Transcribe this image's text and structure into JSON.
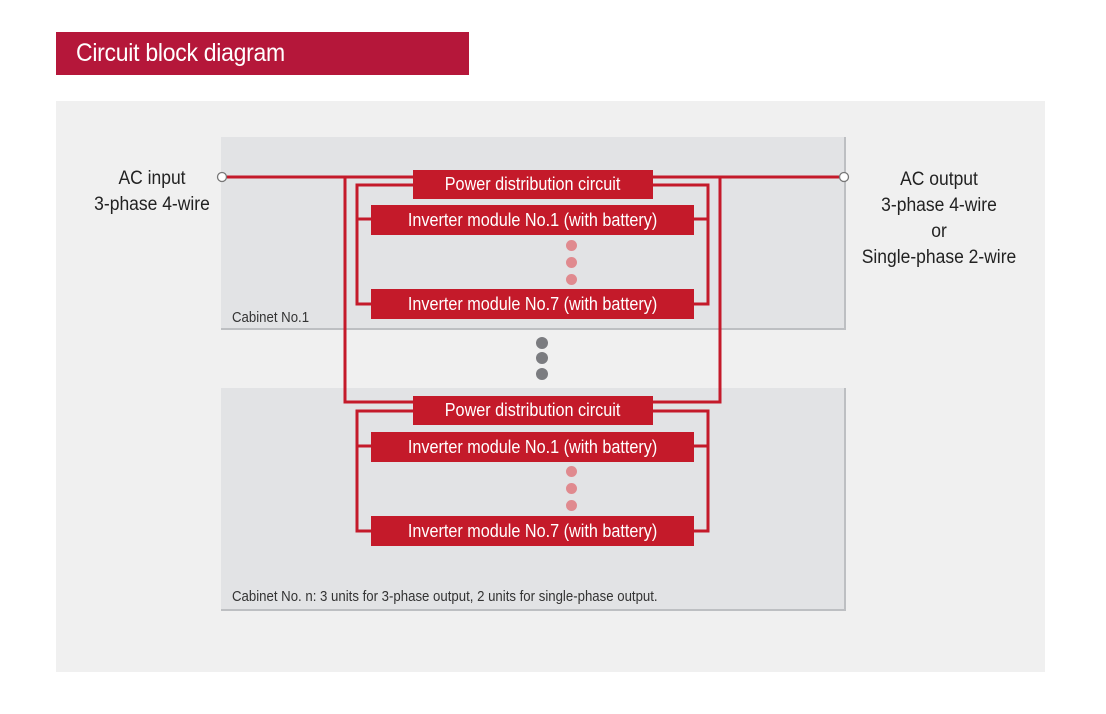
{
  "header": {
    "title": "Circuit block diagram"
  },
  "input": {
    "line1": "AC input",
    "line2": "3-phase 4-wire"
  },
  "output": {
    "line1": "AC output",
    "line2": "3-phase 4-wire",
    "line3": "or",
    "line4": "Single-phase 2-wire"
  },
  "cabinet1": {
    "label": "Cabinet No.1",
    "pdc": "Power distribution circuit",
    "inv_first": "Inverter module No.1 (with battery)",
    "inv_last": "Inverter module No.7 (with battery)"
  },
  "cabinetn": {
    "label": "Cabinet No. n: 3 units for 3-phase output, 2 units for single-phase output.",
    "pdc": "Power distribution circuit",
    "inv_first": "Inverter module No.1 (with battery)",
    "inv_last": "Inverter module No.7 (with battery)"
  },
  "colors": {
    "accent": "#c41a2a",
    "header": "#b5173a",
    "ellipsis_pink": "#e08a8f",
    "ellipsis_grey": "#7b7c80"
  }
}
